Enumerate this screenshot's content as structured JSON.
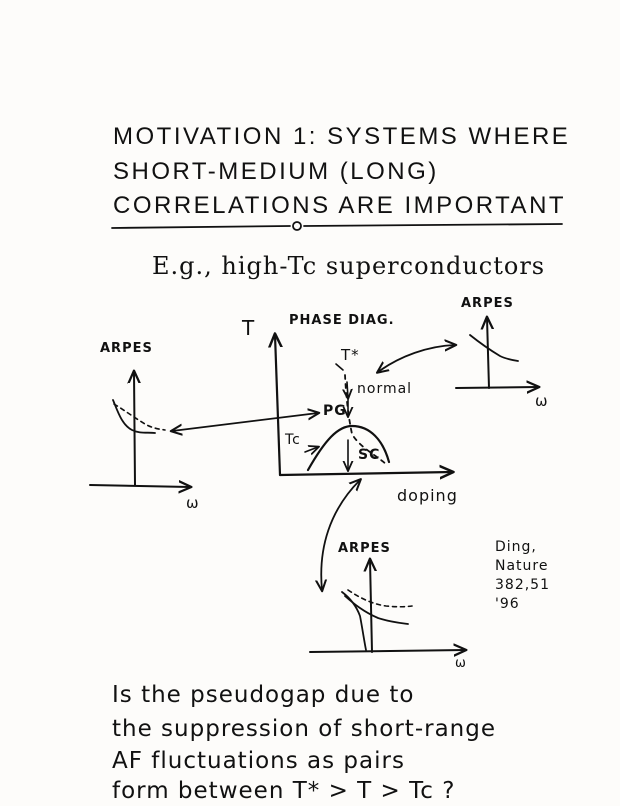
{
  "title": {
    "line1": "MOTIVATION 1: SYSTEMS WHERE",
    "line2": "SHORT-MEDIUM (LONG)",
    "line3": "CORRELATIONS ARE IMPORTANT"
  },
  "subtitle": "E.g., high-Tc superconductors",
  "phase_diagram": {
    "title": "PHASE DIAG.",
    "y_axis_label": "T",
    "x_axis_label": "doping",
    "labels": {
      "tstar": "T*",
      "normal": "normal",
      "pg": "PG",
      "tc": "Tc",
      "sc": "SC"
    }
  },
  "arpes_panels": {
    "left": {
      "label": "ARPES",
      "axis": "ω"
    },
    "right": {
      "label": "ARPES",
      "axis": "ω"
    },
    "bottom": {
      "label": "ARPES",
      "axis": "ω"
    }
  },
  "citation": "Ding,\nNature\n382,51\n'96",
  "question": {
    "line1": "Is the pseudogap due to",
    "line2": "the suppression of short-range",
    "line3": "AF fluctuations as pairs",
    "line4": "form between T* > T > Tc ?"
  }
}
